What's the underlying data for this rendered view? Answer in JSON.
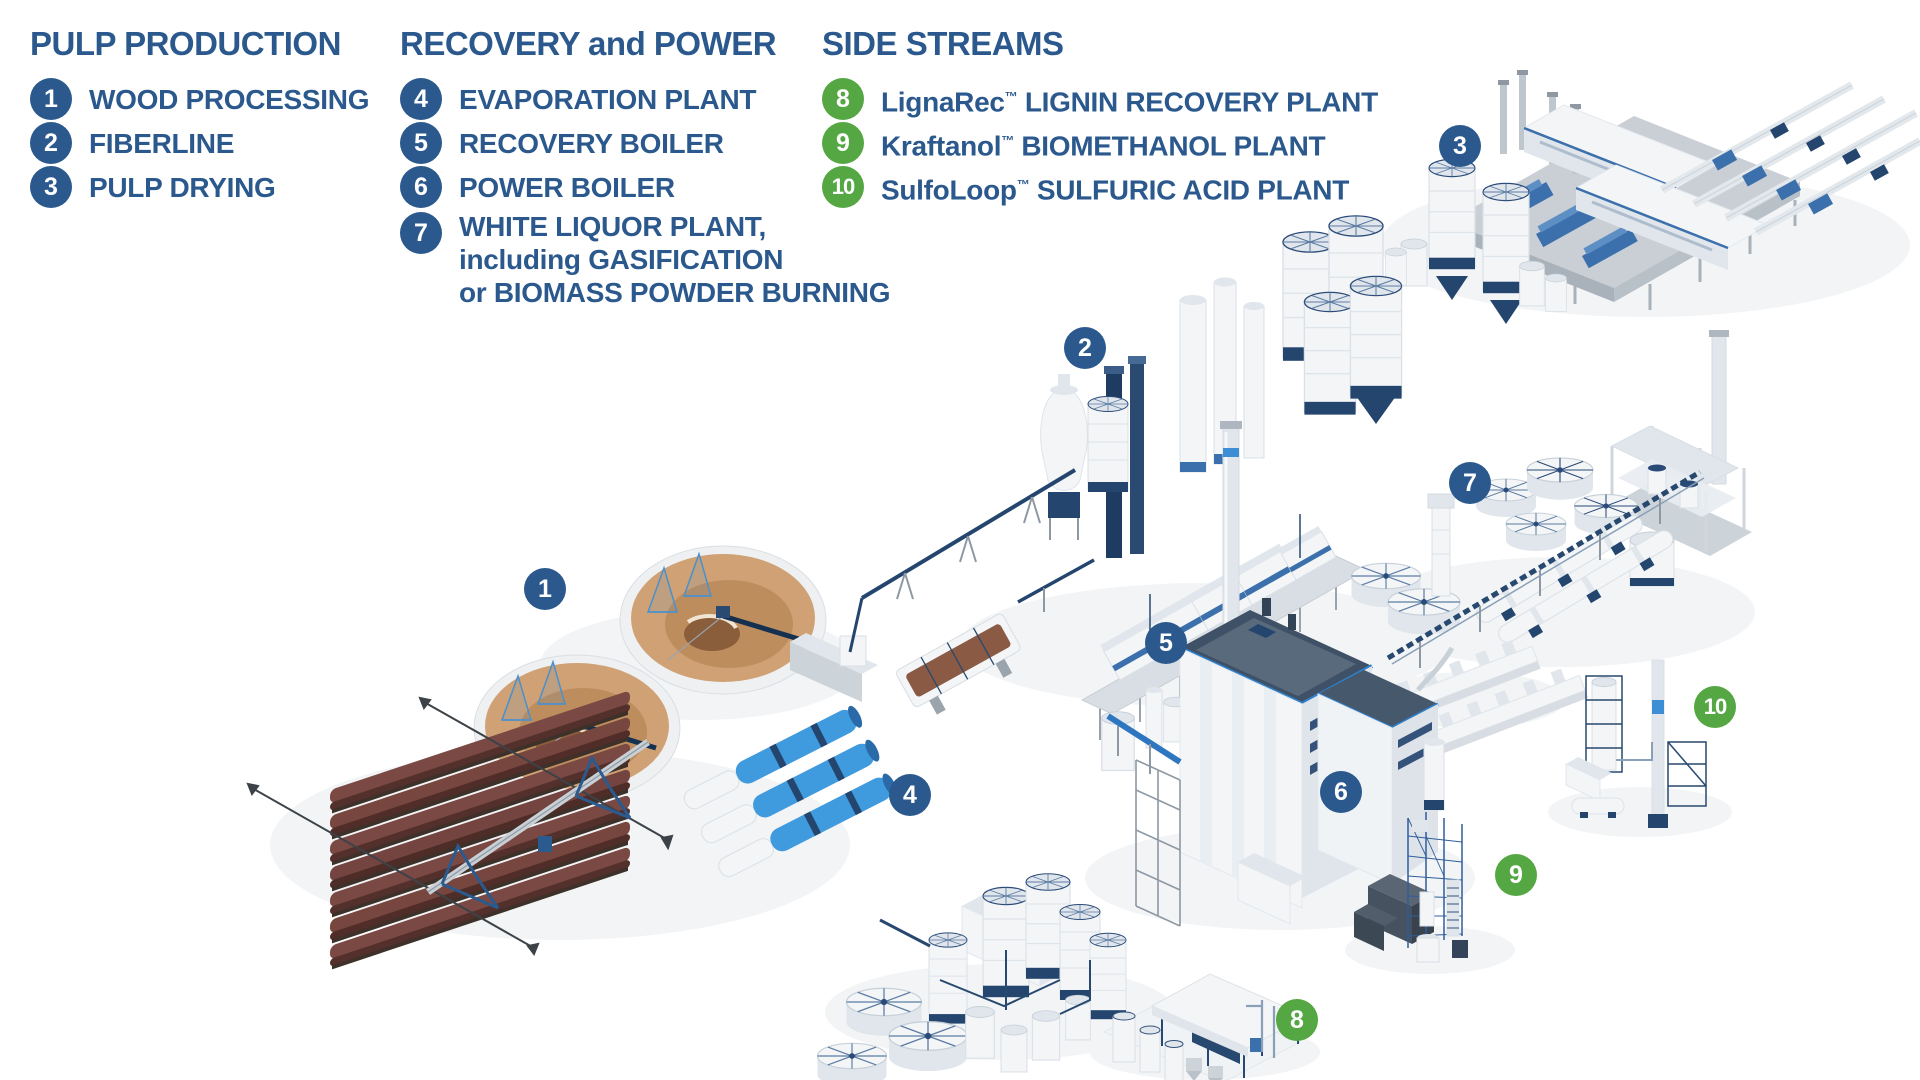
{
  "colors": {
    "brand_blue": "#2b598d",
    "accent_green": "#54a742",
    "equipment_navy": "#24456e",
    "equipment_sky_blue": "#3f9ade",
    "chip_dome_tan": "#cfa174",
    "log_pile_brown": "#7b4944"
  },
  "legend": {
    "columns": [
      {
        "heading": "PULP PRODUCTION",
        "items": [
          {
            "num": "1",
            "label": "WOOD PROCESSING"
          },
          {
            "num": "2",
            "label": "FIBERLINE"
          },
          {
            "num": "3",
            "label": "PULP DRYING"
          }
        ]
      },
      {
        "heading": "RECOVERY and POWER",
        "items": [
          {
            "num": "4",
            "label": "EVAPORATION PLANT"
          },
          {
            "num": "5",
            "label": "RECOVERY BOILER"
          },
          {
            "num": "6",
            "label": "POWER BOILER"
          },
          {
            "num": "7",
            "label": "WHITE LIQUOR PLANT,",
            "line2": "including GASIFICATION",
            "line3": "or BIOMASS POWDER BURNING"
          }
        ]
      },
      {
        "heading": "SIDE STREAMS",
        "items": [
          {
            "num": "8",
            "brand": "LignaRec",
            "tm": "™",
            "label": "LIGNIN RECOVERY PLANT"
          },
          {
            "num": "9",
            "brand": "Kraftanol",
            "tm": "™",
            "label": "BIOMETHANOL PLANT"
          },
          {
            "num": "10",
            "brand": "SulfoLoop",
            "tm": "™",
            "label": "SULFURIC ACID PLANT"
          }
        ]
      }
    ]
  },
  "map_badges": [
    {
      "num": "1"
    },
    {
      "num": "2"
    },
    {
      "num": "3"
    },
    {
      "num": "4"
    },
    {
      "num": "5"
    },
    {
      "num": "6"
    },
    {
      "num": "7"
    },
    {
      "num": "8"
    },
    {
      "num": "9"
    },
    {
      "num": "10"
    }
  ]
}
